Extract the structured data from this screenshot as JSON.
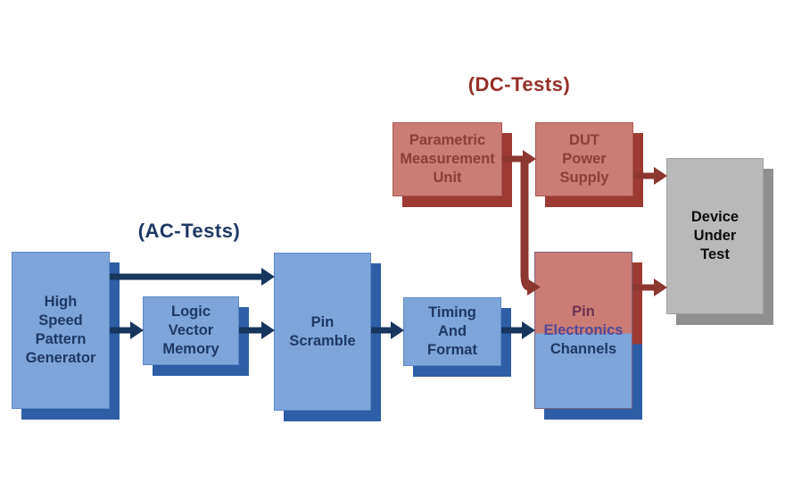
{
  "titles": {
    "ac_tests": "(AC-Tests)",
    "dc_tests": "(DC-Tests)"
  },
  "boxes": {
    "high_speed_pattern_generator": {
      "lines": [
        "High",
        "Speed",
        "Pattern",
        "Generator"
      ]
    },
    "logic_vector_memory": {
      "lines": [
        "Logic",
        "Vector",
        "Memory"
      ]
    },
    "pin_scramble": {
      "lines": [
        "Pin",
        "Scramble"
      ]
    },
    "timing_and_format": {
      "lines": [
        "Timing",
        "And",
        "Format"
      ]
    },
    "parametric_measurement_unit": {
      "lines": [
        "Parametric",
        "Measurement",
        "Unit"
      ]
    },
    "dut_power_supply": {
      "lines": [
        "DUT",
        "Power",
        "Supply"
      ]
    },
    "pin_electronics_channels": {
      "lines": [
        "Pin",
        "Electronics",
        "Channels"
      ]
    },
    "device_under_test": {
      "lines": [
        "Device",
        "Under",
        "Test"
      ]
    }
  },
  "arrows": [
    "high-speed-pattern-generator -> pin-scramble",
    "high-speed-pattern-generator -> logic-vector-memory",
    "logic-vector-memory -> pin-scramble",
    "pin-scramble -> timing-and-format",
    "timing-and-format -> pin-electronics-channels",
    "parametric-measurement-unit -> dut-power-supply",
    "parametric-measurement-unit -> pin-electronics-channels",
    "dut-power-supply -> device-under-test",
    "pin-electronics-channels -> device-under-test"
  ],
  "colors": {
    "blue_fill": "#7da5da",
    "blue_shadow": "#2e5ea6",
    "blue_arrow_text": "#1f3864",
    "navy_arrow": "#17365d",
    "red_fill": "#cb7c74",
    "red_shadow": "#9c3a33",
    "red_arrow": "#8c372f",
    "red_text": "#8d3e38",
    "dc_title": "#943028",
    "gray_fill": "#b9b9b9",
    "gray_shadow": "#8f8f8f"
  }
}
